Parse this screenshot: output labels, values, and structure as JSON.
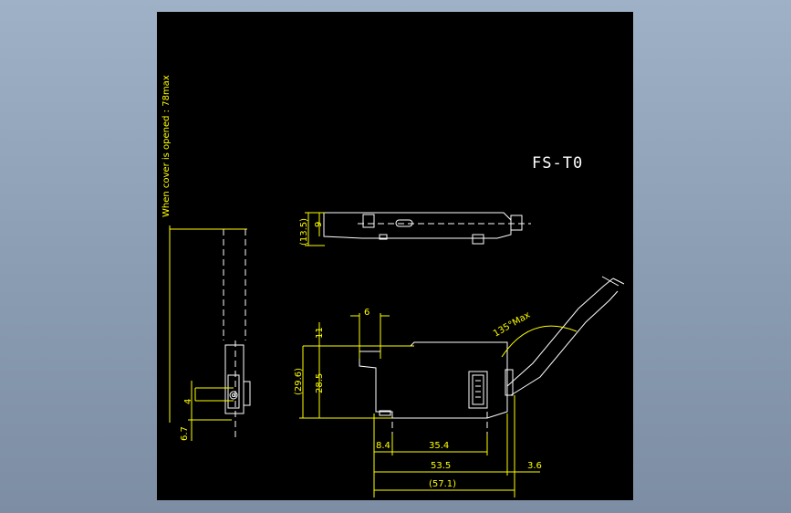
{
  "drawing": {
    "title": "FS-T0",
    "note_cover_opened": "When cover is opened : 78max",
    "angle_note": "135°Max",
    "dimensions": {
      "side_6_7": "6.7",
      "side_4": "4",
      "top_13_5": "(13.5)",
      "top_9": "9",
      "front_6": "6",
      "front_11": "11",
      "front_29_6": "(29.6)",
      "front_28_5": "28.5",
      "front_8_4": "8.4",
      "front_35_4": "35.4",
      "front_53_5": "53.5",
      "front_3_6": "3.6",
      "front_57_1": "(57.1)"
    }
  },
  "colors": {
    "background": "#000000",
    "dimension": "#ffff00",
    "geometry": "#ffffff",
    "window": "#8fa1b6"
  }
}
